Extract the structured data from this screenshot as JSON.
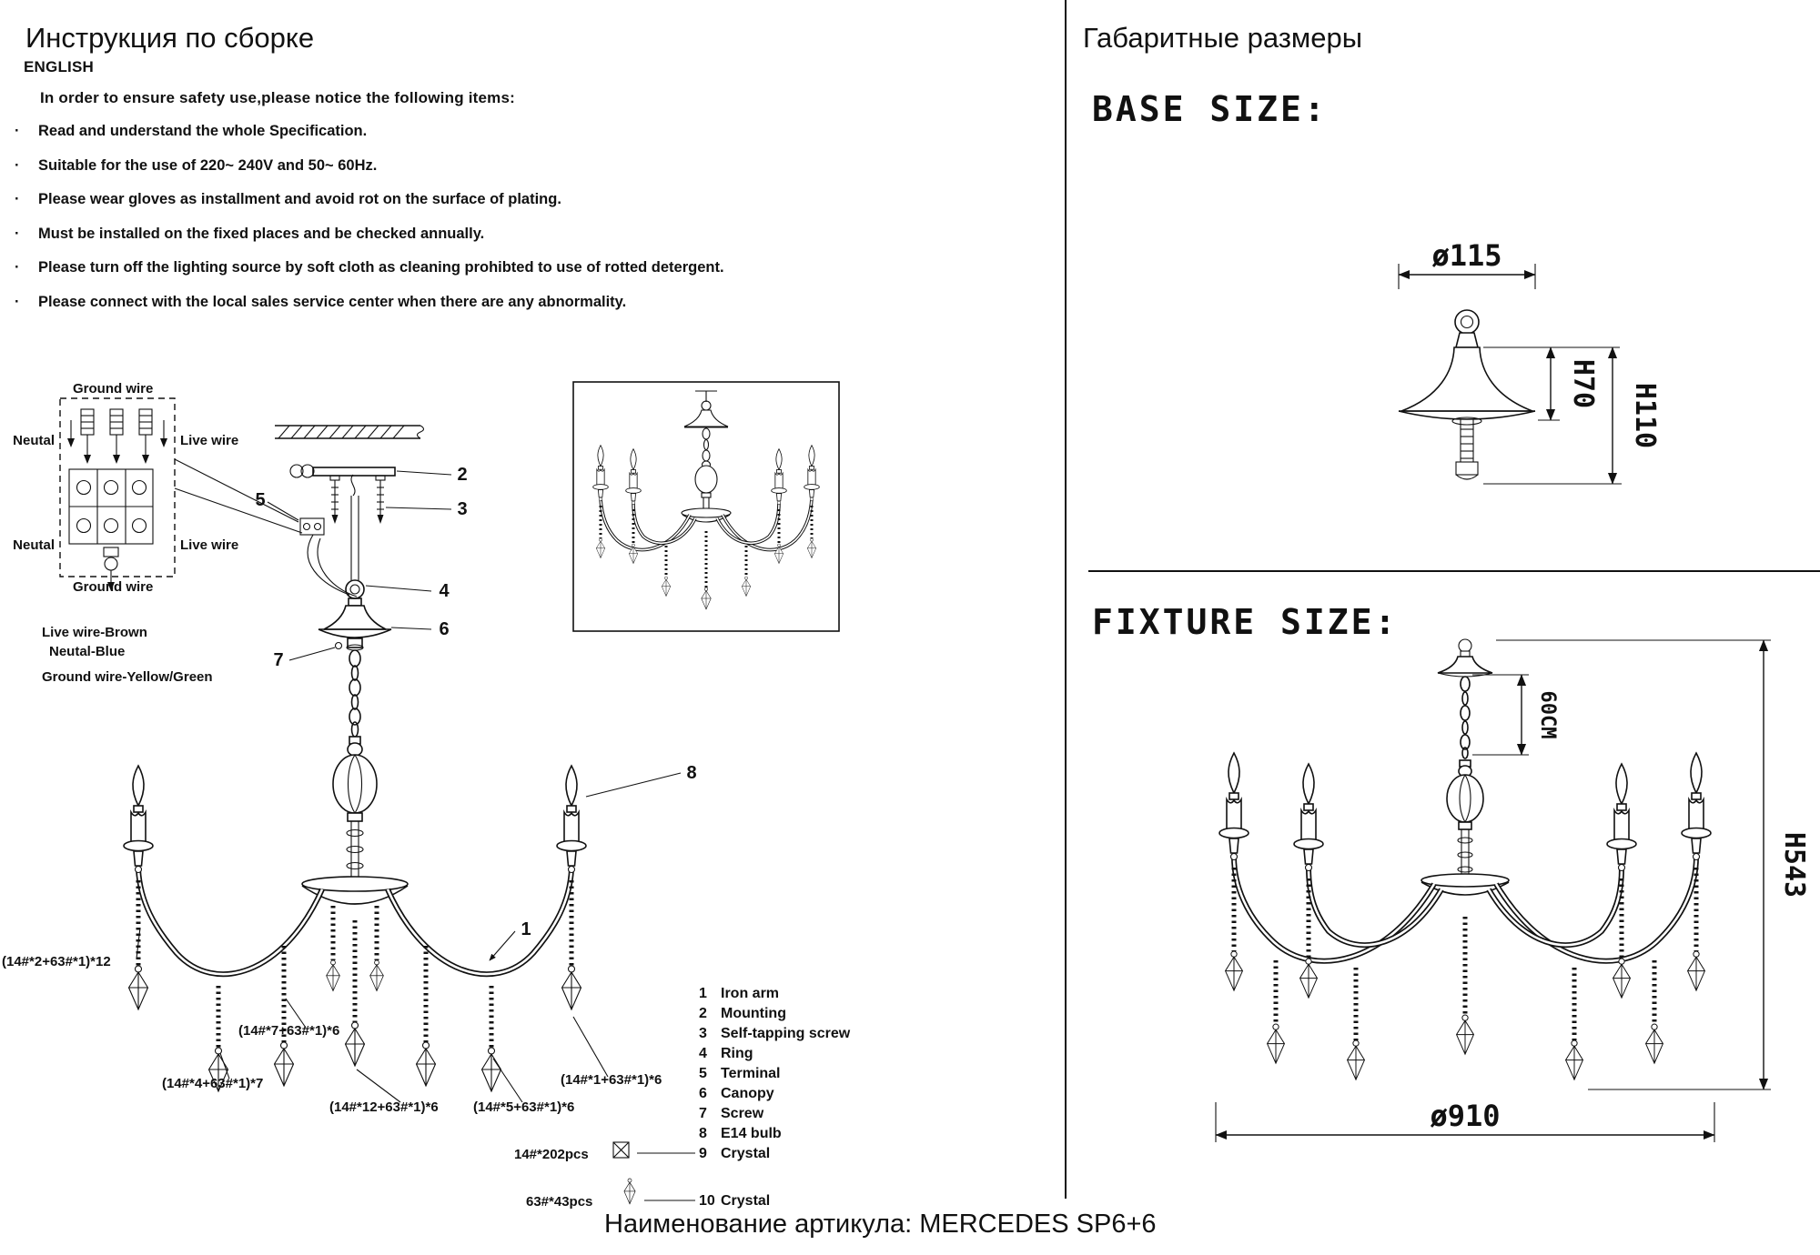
{
  "page": {
    "footer": "Наименование артикула: MERCEDES SP6+6"
  },
  "left": {
    "title": "Инструкция по сборке",
    "language": "ENGLISH",
    "intro": "In order to ensure safety use,please notice the following items:",
    "bullet": "·",
    "items": [
      "Read and understand the whole Specification.",
      "Suitable for the use of 220~ 240V and 50~ 60Hz.",
      "Please wear gloves as installment and avoid rot on the surface of plating.",
      "Must be installed on the fixed places and be checked annually.",
      "Please turn off the lighting source by soft cloth as cleaning prohibted to use of rotted detergent.",
      "Please connect with the local sales service center when there are any abnormality."
    ]
  },
  "wiring": {
    "ground_top": "Ground wire",
    "neutral_top": "Neutal",
    "live_top": "Live wire",
    "neutral_bottom": "Neutal",
    "live_bottom": "Live wire",
    "ground_bottom": "Ground wire",
    "legend_live": "Live wire-Brown",
    "legend_neutral": "Neutal-Blue",
    "legend_ground": "Ground wire-Yellow/Green"
  },
  "callouts": {
    "c1": "1",
    "c2": "2",
    "c3": "3",
    "c4": "4",
    "c5": "5",
    "c6": "6",
    "c7": "7",
    "c8": "8"
  },
  "crystal_counts": {
    "a": "(14#*2+63#*1)*12",
    "b": "(14#*7+63#*1)*6",
    "c": "(14#*4+63#*1)*7",
    "d": "(14#*12+63#*1)*6",
    "e": "(14#*5+63#*1)*6",
    "f": "(14#*1+63#*1)*6"
  },
  "parts": [
    {
      "num": "1",
      "name": "Iron arm"
    },
    {
      "num": "2",
      "name": "Mounting"
    },
    {
      "num": "3",
      "name": "Self-tapping screw"
    },
    {
      "num": "4",
      "name": "Ring"
    },
    {
      "num": "5",
      "name": "Terminal"
    },
    {
      "num": "6",
      "name": "Canopy"
    },
    {
      "num": "7",
      "name": "Screw"
    },
    {
      "num": "8",
      "name": "E14 bulb"
    },
    {
      "num": "9",
      "name": "Crystal"
    },
    {
      "num": "10",
      "name": "Crystal"
    }
  ],
  "crystal_pcs": {
    "small": "14#*202pcs",
    "large": "63#*43pcs"
  },
  "right": {
    "title": "Габаритные размеры",
    "base_title": "BASE SIZE:",
    "base_diameter": "ø115",
    "base_h70": "H70",
    "base_h110": "H110",
    "fixture_title": "FIXTURE SIZE:",
    "chain_len": "60CM",
    "fixture_height": "H543",
    "fixture_diameter": "ø910"
  }
}
